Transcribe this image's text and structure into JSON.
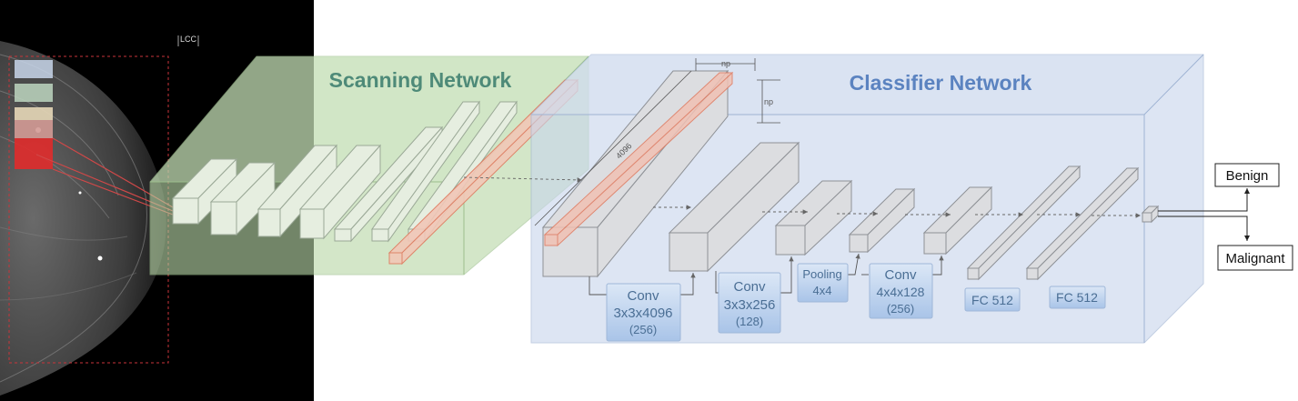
{
  "view_tag": "LCC",
  "scanning": {
    "title": "Scanning Network",
    "title_color": "#4e8a78"
  },
  "classifier": {
    "title": "Classifier Network",
    "title_color": "#5b83c0"
  },
  "dims": {
    "width": "np",
    "height": "np",
    "depth": "4096"
  },
  "layers": {
    "conv1": {
      "line1": "Conv",
      "line2": "3x3x4096",
      "line3": "(256)"
    },
    "conv2": {
      "line1": "Conv",
      "line2": "3x3x256",
      "line3": "(128)"
    },
    "pool": {
      "line1": "Pooling",
      "line2": "4x4"
    },
    "conv3": {
      "line1": "Conv",
      "line2": "4x4x128",
      "line3": "(256)"
    },
    "fc1": {
      "line1": "FC 512"
    },
    "fc2": {
      "line1": "FC 512"
    }
  },
  "outputs": {
    "benign": "Benign",
    "malignant": "Malignant"
  },
  "colors": {
    "scan_fill": "#b9d7a8",
    "classifier_fill": "#c9d6ec",
    "label_box": "#bcd2ee",
    "highlight": "#e8574f"
  }
}
